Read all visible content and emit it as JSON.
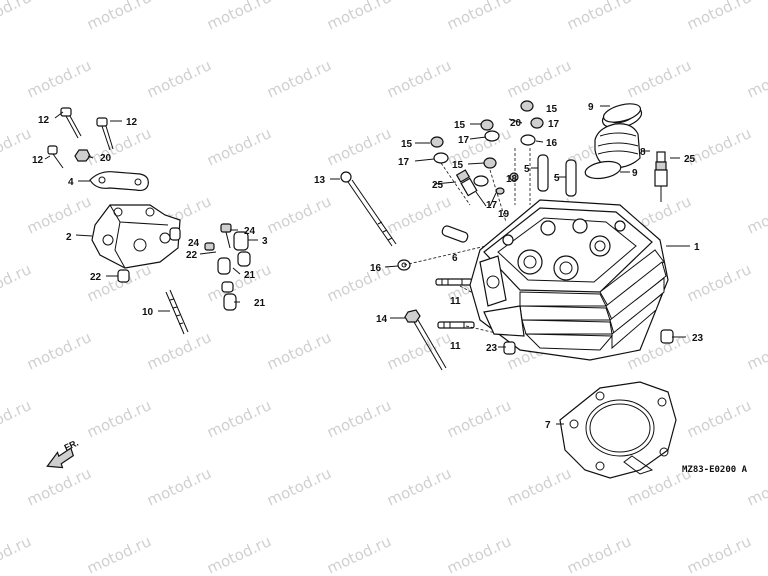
{
  "watermark": {
    "text": "motod.ru",
    "color": "#d0d0d0"
  },
  "diagram_code": "MZ83-E0200 A",
  "front_indicator": "FR.",
  "callouts": {
    "c1": "1",
    "c2": "2",
    "c3": "3",
    "c4": "4",
    "c5a": "5",
    "c5b": "5",
    "c6": "6",
    "c7": "7",
    "c8": "8",
    "c9a": "9",
    "c9b": "9",
    "c10": "10",
    "c11a": "11",
    "c11b": "11",
    "c12a": "12",
    "c12b": "12",
    "c12c": "12",
    "c13": "13",
    "c14": "14",
    "c15a": "15",
    "c15b": "15",
    "c15c": "15",
    "c15d": "15",
    "c16a": "16",
    "c16b": "16",
    "c17a": "17",
    "c17b": "17",
    "c17c": "17",
    "c17d": "17",
    "c18": "18",
    "c19": "19",
    "c20a": "20",
    "c20b": "20",
    "c21a": "21",
    "c21b": "21",
    "c22a": "22",
    "c22b": "22",
    "c23a": "23",
    "c23b": "23",
    "c24a": "24",
    "c24b": "24",
    "c25a": "25",
    "c25b": "25"
  }
}
